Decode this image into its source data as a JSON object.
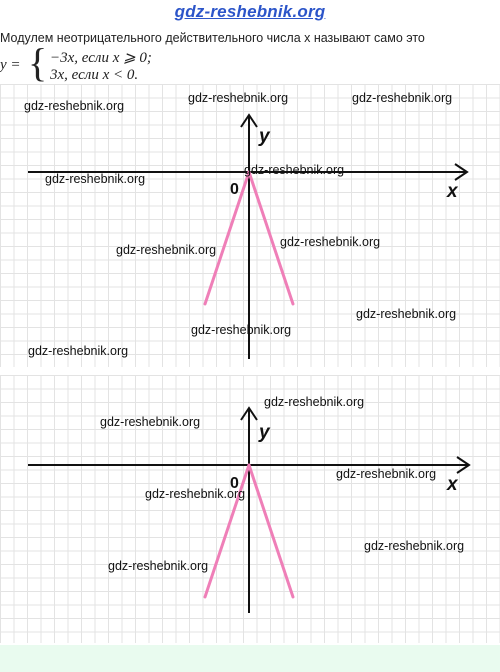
{
  "site": {
    "title": "gdz-reshebnik.org"
  },
  "statement": "Модулем неотрицательного действительного числа x называют само это",
  "formula": {
    "lhs": "y =",
    "brace": "{",
    "case1": "−3x,  если x ⩾ 0;",
    "case2": "3x,  если x < 0."
  },
  "graph1": {
    "x_axis_label": "x",
    "y_axis_label": "y",
    "origin_label": "0",
    "watermarks": [
      "gdz-reshebnik.org",
      "gdz-reshebnik.org",
      "gdz-reshebnik.org",
      "gdz-reshebnik.org",
      "gdz-reshebnik.org",
      "gdz-reshebnik.org",
      "gdz-reshebnik.org",
      "gdz-reshebnik.org",
      "gdz-reshebnik.org",
      "gdz-reshebnik.org"
    ]
  },
  "graph2": {
    "x_axis_label": "x",
    "y_axis_label": "y",
    "origin_label": "0",
    "watermarks": [
      "gdz-reshebnik.org",
      "gdz-reshebnik.org",
      "gdz-reshebnik.org",
      "gdz-reshebnik.org",
      "gdz-reshebnik.org",
      "gdz-reshebnik.org"
    ]
  },
  "colors": {
    "title": "#2c55c9",
    "graph_line": "#ef7fb8",
    "axis": "#111111",
    "grid": "#e3e3e3",
    "footer": "#e9fbef"
  }
}
